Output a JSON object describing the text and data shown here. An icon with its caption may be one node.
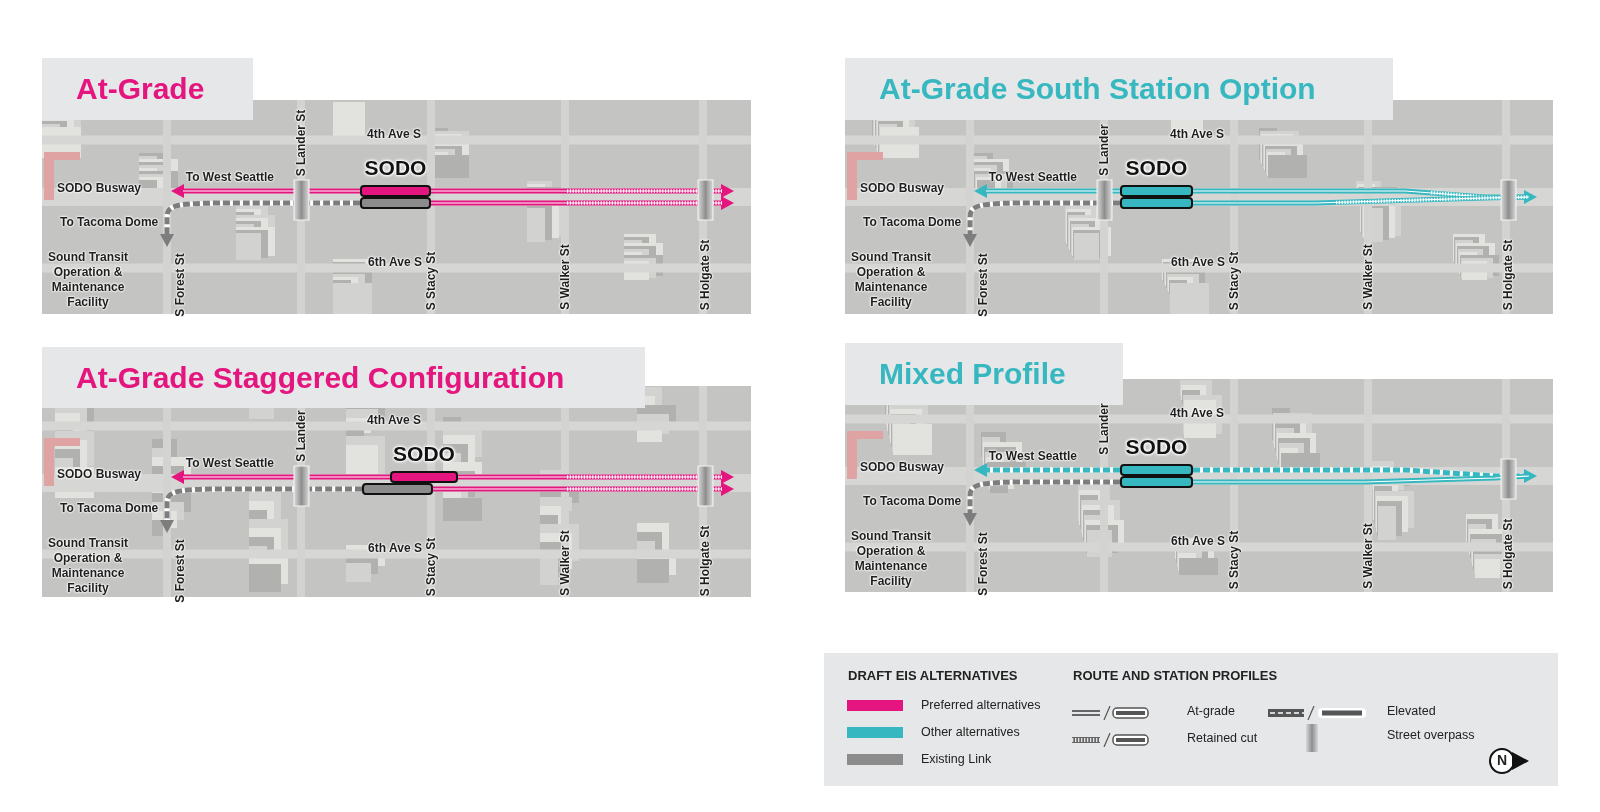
{
  "diagram": {
    "nodes": [
      {
        "text": [
          "At-Grade"
        ]
      },
      {
        "text": [
          "SODO"
        ],
        "in": 0
      },
      {
        "text": [],
        "shape": "bar",
        "in": 0
      },
      {
        "text": [
          "To West Seattle"
        ],
        "in": 0
      },
      {
        "text": [
          "To Tacoma Dome"
        ],
        "in": 0
      },
      {
        "text": [
          "At-Grade Staggered Configuration"
        ]
      },
      {
        "text": [
          "SODO"
        ],
        "in": 5
      },
      {
        "text": [],
        "shape": "bar",
        "in": 5
      },
      {
        "text": [
          "To West Seattle"
        ],
        "in": 5
      },
      {
        "text": [
          "To Tacoma Dome"
        ],
        "in": 5
      },
      {
        "text": [
          "At-Grade South Station Option"
        ]
      },
      {
        "text": [
          "SODO"
        ],
        "in": 10
      },
      {
        "text": [
          "To West Seattle"
        ],
        "in": 10
      },
      {
        "text": [
          "To Tacoma Dome"
        ],
        "in": 10
      },
      {
        "text": [
          "Mixed Profile"
        ]
      },
      {
        "text": [
          "SODO"
        ],
        "in": 14
      },
      {
        "text": [
          "To West Seattle"
        ],
        "in": 14
      },
      {
        "text": [
          "To Tacoma Dome"
        ],
        "in": 14
      }
    ],
    "edges": [
      {
        "from": 1,
        "to": 3,
        "arrow": "to",
        "color": "#e5157f"
      },
      {
        "from": 1,
        "to": null,
        "arrow": "to",
        "color": "#e5157f"
      },
      {
        "from": 2,
        "to": null,
        "arrow": "to",
        "color": "#e5157f"
      },
      {
        "from": 2,
        "to": 4,
        "arrow": "to",
        "style": "dashed",
        "color": "#7d7d7d"
      },
      {
        "from": 6,
        "to": 8,
        "arrow": "to",
        "color": "#e5157f"
      },
      {
        "from": 6,
        "to": null,
        "arrow": "to",
        "color": "#e5157f"
      },
      {
        "from": 7,
        "to": null,
        "arrow": "to",
        "color": "#e5157f"
      },
      {
        "from": 7,
        "to": 9,
        "arrow": "to",
        "style": "dashed",
        "color": "#7d7d7d"
      },
      {
        "from": 11,
        "to": 12,
        "arrow": "to",
        "color": "#37b8c0"
      },
      {
        "from": 11,
        "to": null,
        "arrow": "to",
        "color": "#37b8c0"
      },
      {
        "from": 11,
        "to": null,
        "arrow": "none",
        "color": "#37b8c0"
      },
      {
        "from": 11,
        "to": 13,
        "arrow": "to",
        "style": "dashed",
        "color": "#7d7d7d"
      },
      {
        "from": 15,
        "to": 16,
        "arrow": "to",
        "style": "dashed",
        "color": "#37b8c0"
      },
      {
        "from": 15,
        "to": null,
        "arrow": "to",
        "style": "dashed",
        "color": "#37b8c0"
      },
      {
        "from": 15,
        "to": null,
        "arrow": "none",
        "color": "#37b8c0"
      },
      {
        "from": 15,
        "to": 17,
        "arrow": "to",
        "style": "dashed",
        "color": "#7d7d7d"
      }
    ],
    "labels": [
      "4th Ave S",
      "SODO Busway",
      "Sound Transit Operation & Maintenance Facility",
      "6th Ave S",
      "S Lander St",
      "S Forest St",
      "S Stacy St",
      "S Walker St",
      "S Holgate St",
      "4th Ave S",
      "SODO Busway",
      "Sound Transit Operation & Maintenance Facility",
      "6th Ave S",
      "S Lander",
      "S Forest St",
      "S Stacy St",
      "S Walker St",
      "S Holgate St",
      "4th Ave S",
      "SODO Busway",
      "Sound Transit Operation & Maintenance Facility",
      "6th Ave S",
      "S Lander",
      "S Forest St",
      "S Stacy St",
      "S Walker St",
      "S Holgate St",
      "4th Ave S",
      "SODO Busway",
      "Sound Transit Operation & Maintenance Facility",
      "6th Ave S",
      "S Lander",
      "S Forest St",
      "S Stacy St",
      "S Walker St",
      "S Holgate St",
      "DRAFT EIS ALTERNATIVES",
      "ROUTE AND STATION PROFILES",
      "N"
    ],
    "legend": [
      {
        "text": "Preferred alternatives",
        "color": "#e5157f"
      },
      {
        "text": "Other alternatives",
        "color": "#37b8c0"
      },
      {
        "text": "Existing Link",
        "color": "#8c8c8c"
      },
      {
        "text": "At-grade"
      },
      {
        "text": "Retained cut"
      },
      {
        "text": "Elevated"
      },
      {
        "text": "Street overpass"
      }
    ]
  }
}
